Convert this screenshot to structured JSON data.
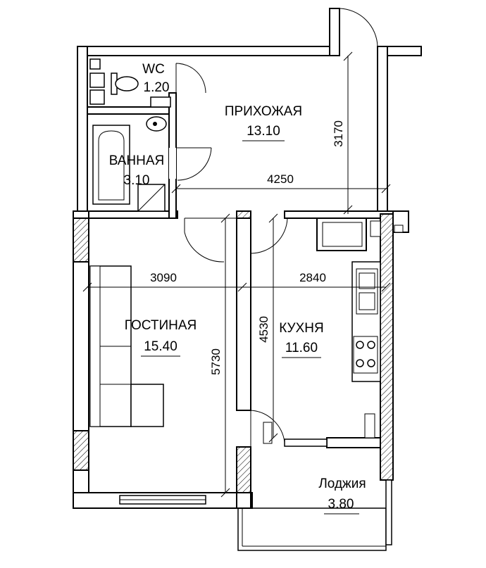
{
  "rooms": {
    "wc": {
      "name": "WC",
      "area": "1.20"
    },
    "bathroom": {
      "name": "ВАННАЯ",
      "area": "3.10"
    },
    "hallway": {
      "name": "ПРИХОЖАЯ",
      "area": "13.10"
    },
    "living": {
      "name": "ГОСТИНАЯ",
      "area": "15.40"
    },
    "kitchen": {
      "name": "КУХНЯ",
      "area": "11.60"
    },
    "loggia": {
      "name": "Лоджия",
      "area": "3.80"
    }
  },
  "dimensions": {
    "hall_depth": "3170",
    "hall_width": "4250",
    "living_width": "3090",
    "kitchen_width": "2840",
    "living_depth": "5730",
    "kitchen_depth": "4530"
  },
  "colors": {
    "ink": "#000000",
    "paper": "#ffffff"
  }
}
